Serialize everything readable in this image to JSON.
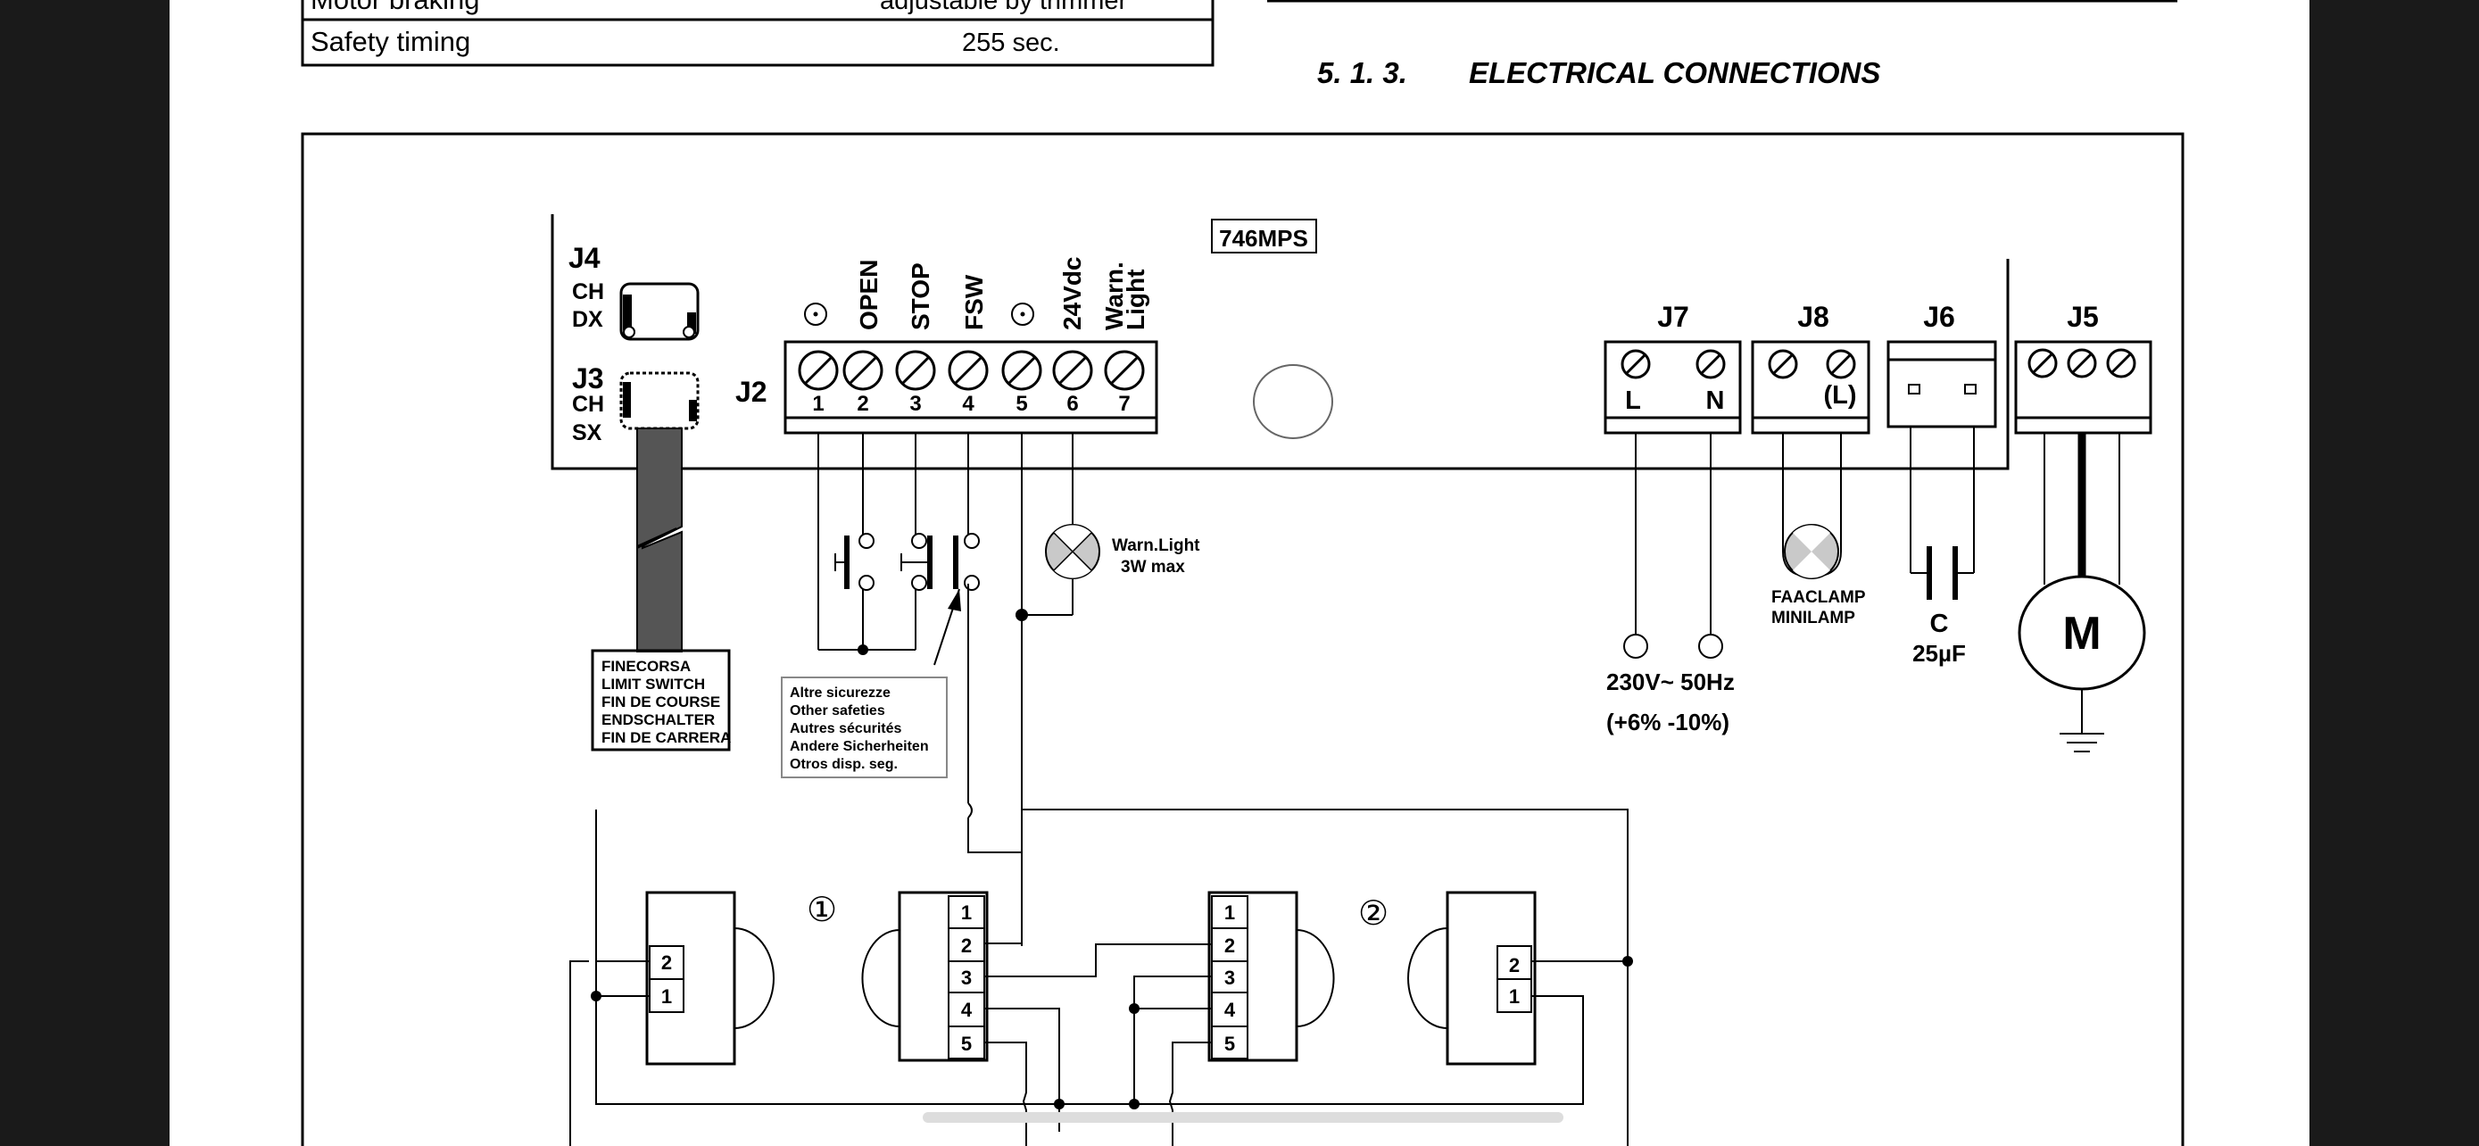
{
  "spec_table": {
    "rows": [
      {
        "label": "Motor braking",
        "value": "adjustable by trimmer"
      },
      {
        "label": "Safety timing",
        "value": "255 sec."
      }
    ]
  },
  "section": {
    "number": "5. 1. 3.",
    "title": "ELECTRICAL CONNECTIONS"
  },
  "board": {
    "model": "746MPS",
    "j4": {
      "name": "J4",
      "l1": "CH",
      "l2": "DX"
    },
    "j3": {
      "name": "J3",
      "l1": "CH",
      "l2": "SX"
    },
    "j2": {
      "name": "J2",
      "headers": [
        "⊙",
        "OPEN",
        "STOP",
        "FSW",
        "⊙",
        "24Vdc",
        "Warn.",
        "Light"
      ],
      "numbers": [
        "1",
        "2",
        "3",
        "4",
        "5",
        "6",
        "7"
      ]
    },
    "j7": {
      "name": "J7",
      "l": "L",
      "n": "N"
    },
    "j8": {
      "name": "J8",
      "l": "(L)"
    },
    "j6": {
      "name": "J6"
    },
    "j5": {
      "name": "J5"
    }
  },
  "labels": {
    "limit_switch": [
      "FINECORSA",
      "LIMIT SWITCH",
      "FIN DE COURSE",
      "ENDSCHALTER",
      "FIN DE CARRERA"
    ],
    "other_safeties": [
      "Altre sicurezze",
      "Other safeties",
      "Autres sécurités",
      "Andere Sicherheiten",
      "Otros disp. seg."
    ],
    "warn_light": [
      "Warn.Light",
      "3W max"
    ],
    "faaclamp": [
      "FAACLAMP",
      "MINILAMP"
    ],
    "power": [
      "230V~ 50Hz",
      "(+6%  -10%)"
    ],
    "capacitor": [
      "C",
      "25µF"
    ],
    "motor": "M",
    "photo1": "①",
    "photo2": "②",
    "rx_terms": [
      "1",
      "2",
      "3",
      "4",
      "5"
    ],
    "tx_terms": [
      "2",
      "1"
    ]
  }
}
